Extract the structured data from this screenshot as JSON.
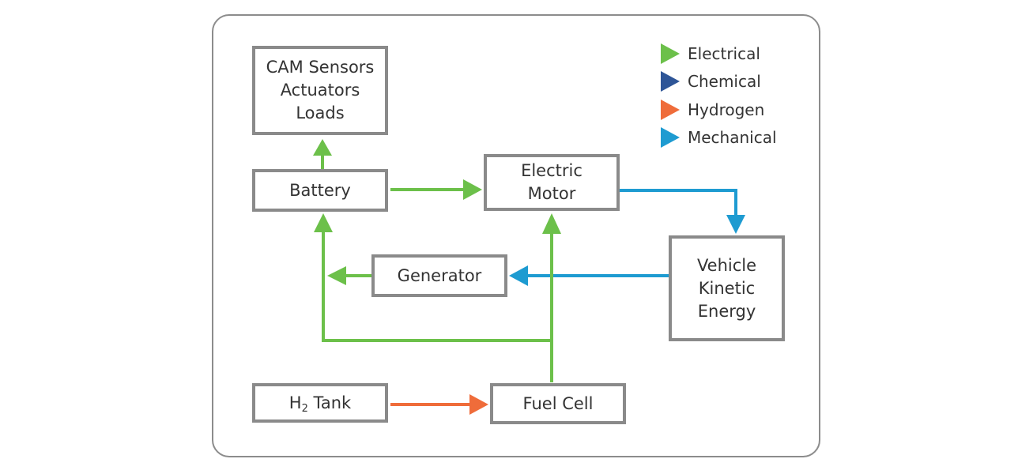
{
  "colors": {
    "electrical": "#6cc04a",
    "chemical": "#2e5597",
    "hydrogen": "#ef6c3a",
    "mechanical": "#1e9bd1",
    "box_border": "#8a8a8a",
    "frame_border": "#8c8c8c"
  },
  "legend": [
    {
      "key": "electrical",
      "label": "Electrical"
    },
    {
      "key": "chemical",
      "label": "Chemical"
    },
    {
      "key": "hydrogen",
      "label": "Hydrogen"
    },
    {
      "key": "mechanical",
      "label": "Mechanical"
    }
  ],
  "nodes": {
    "cam": {
      "lines": [
        "CAM Sensors",
        "Actuators",
        "Loads"
      ]
    },
    "battery": {
      "lines": [
        "Battery"
      ]
    },
    "motor": {
      "lines": [
        "Electric",
        "Motor"
      ]
    },
    "generator": {
      "lines": [
        "Generator"
      ]
    },
    "vehicle": {
      "lines": [
        "Vehicle",
        "Kinetic",
        "Energy"
      ]
    },
    "h2tank": {
      "prefix": "H",
      "sub": "2",
      "suffix": " Tank"
    },
    "fuelcell": {
      "lines": [
        "Fuel Cell"
      ]
    }
  },
  "connections": [
    {
      "from": "battery",
      "to": "cam",
      "type": "electrical"
    },
    {
      "from": "battery",
      "to": "motor",
      "type": "electrical"
    },
    {
      "from": "motor",
      "to": "vehicle",
      "type": "mechanical"
    },
    {
      "from": "vehicle",
      "to": "generator",
      "type": "mechanical"
    },
    {
      "from": "generator",
      "to": "battery",
      "type": "electrical"
    },
    {
      "from": "fuelcell",
      "to": "battery",
      "type": "electrical"
    },
    {
      "from": "fuelcell",
      "to": "motor",
      "type": "electrical"
    },
    {
      "from": "h2tank",
      "to": "fuelcell",
      "type": "hydrogen"
    }
  ]
}
